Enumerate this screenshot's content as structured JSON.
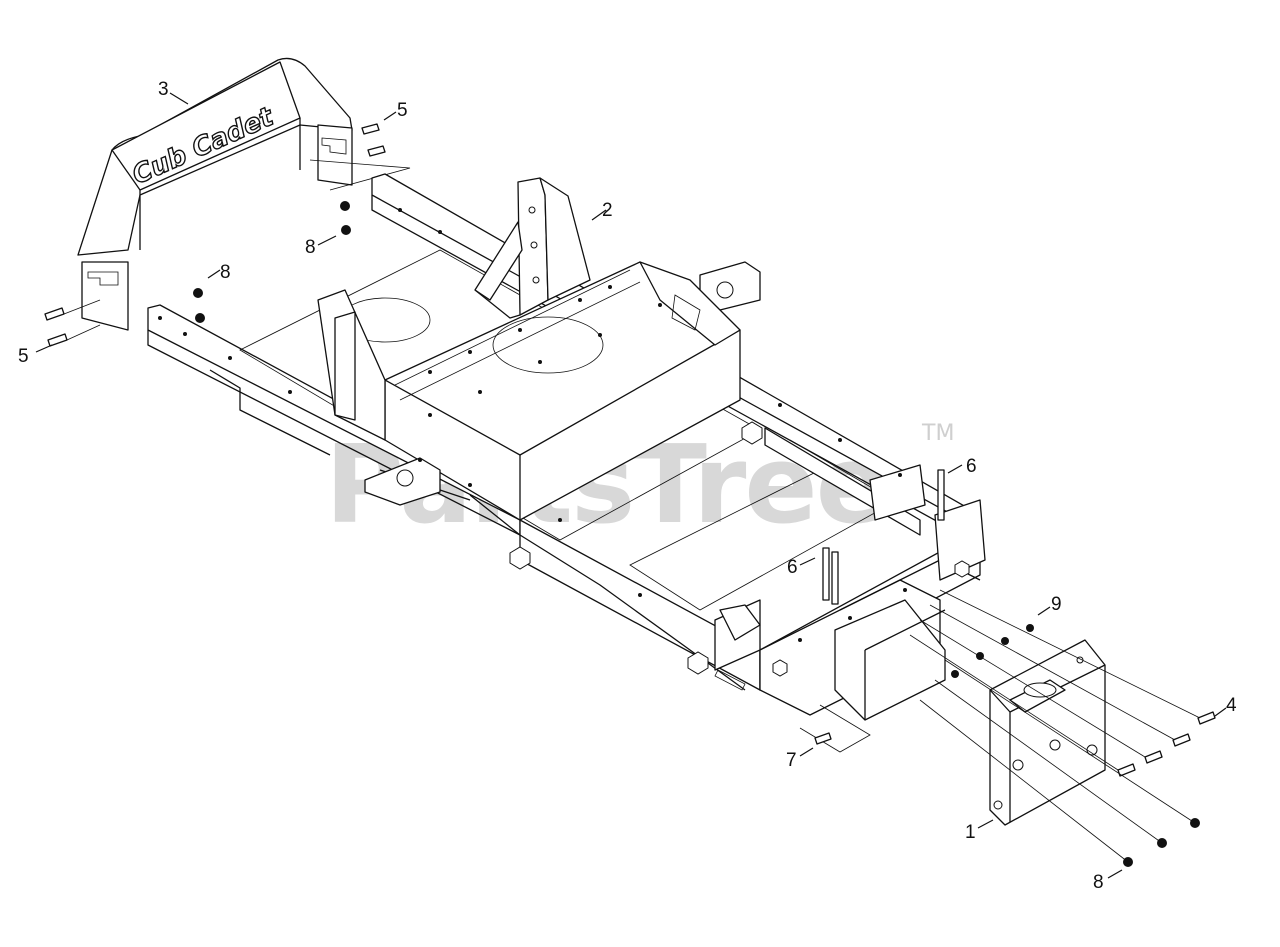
{
  "watermark": {
    "text": "PartsTree",
    "trademark": "TM"
  },
  "logo": {
    "text": "Cub Cadet"
  },
  "callouts": {
    "c1": "1",
    "c2": "2",
    "c3": "3",
    "c4": "4",
    "c5a": "5",
    "c5b": "5",
    "c6a": "6",
    "c6b": "6",
    "c7": "7",
    "c8a": "8",
    "c8b": "8",
    "c8c": "8",
    "c9": "9"
  }
}
